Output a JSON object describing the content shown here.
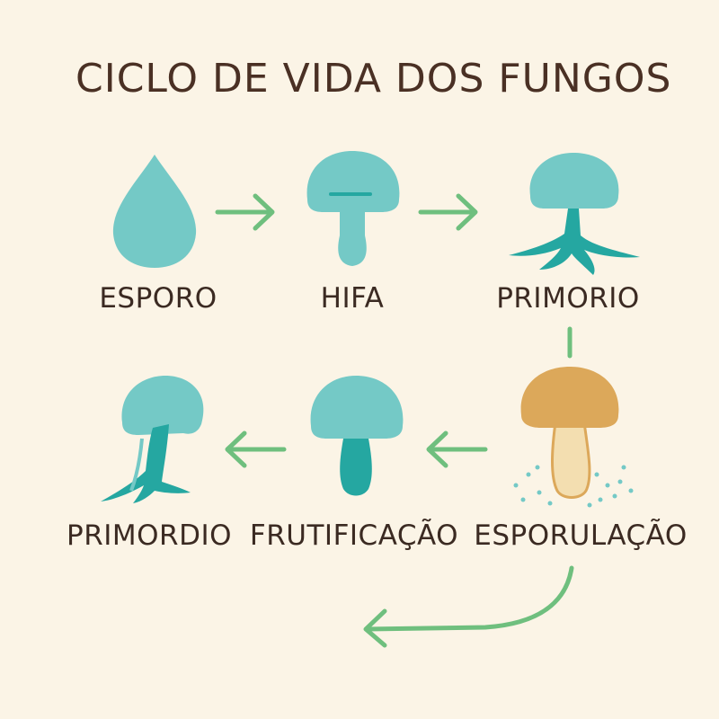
{
  "diagram": {
    "title": "CICLO DE VIDA DOS FUNGOS",
    "stages": [
      {
        "id": "esporo",
        "label": "ESPORO",
        "icon": "spore-drop-icon"
      },
      {
        "id": "hifa",
        "label": "HIFA",
        "icon": "hypha-mushroom-icon"
      },
      {
        "id": "primorio",
        "label": "PRIMORIO",
        "icon": "rooted-mushroom-icon"
      },
      {
        "id": "esporulacao",
        "label": "ESPORULAÇÃO",
        "icon": "spore-release-mushroom-icon"
      },
      {
        "id": "frutificacao",
        "label": "FRUTIFICAÇÃO",
        "icon": "fruiting-mushroom-icon"
      },
      {
        "id": "primordio",
        "label": "PRIMORDIO",
        "icon": "primordium-mushroom-icon"
      }
    ],
    "colors": {
      "background": "#fbf4e6",
      "cap": "#74c9c6",
      "stem_dark": "#25a7a1",
      "arrow": "#6fbf7e",
      "spore_cap": "#dca85a",
      "spore_stem": "#f3deb0",
      "text": "#3b2a22"
    }
  }
}
